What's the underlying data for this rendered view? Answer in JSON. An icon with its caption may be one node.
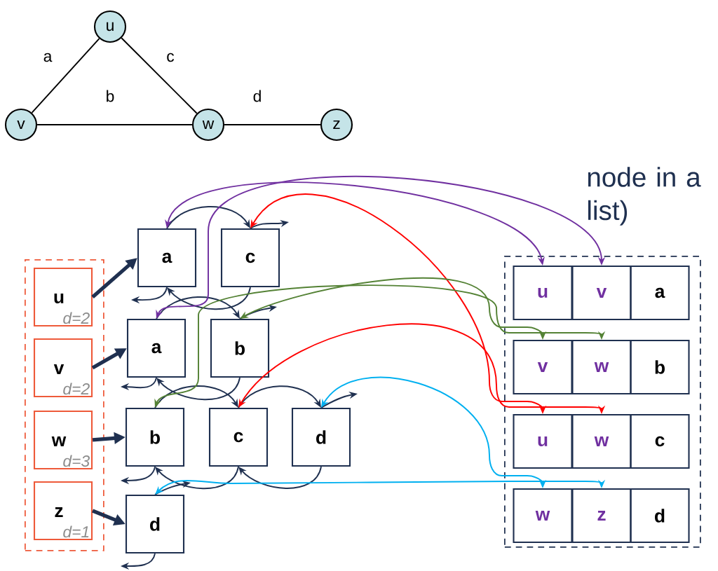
{
  "diagram": {
    "nodes": [
      {
        "text": [
          "u"
        ]
      },
      {
        "text": [
          "v"
        ]
      },
      {
        "text": [
          "w"
        ]
      },
      {
        "text": [
          "z"
        ]
      },
      {
        "text": [],
        "shape": "box"
      },
      {
        "text": [
          "u",
          "d=2"
        ],
        "in": 4
      },
      {
        "text": [
          "v",
          "d=2"
        ],
        "in": 4
      },
      {
        "text": [
          "w",
          "d=3"
        ],
        "in": 4
      },
      {
        "text": [
          "z",
          "d=1"
        ],
        "in": 4
      },
      {
        "text": [
          "a"
        ]
      },
      {
        "text": [
          "c"
        ]
      },
      {
        "text": [
          "a"
        ]
      },
      {
        "text": [
          "b"
        ]
      },
      {
        "text": [
          "b"
        ]
      },
      {
        "text": [
          "c"
        ]
      },
      {
        "text": [
          "d"
        ]
      },
      {
        "text": [
          "d"
        ]
      },
      {
        "text": [],
        "shape": "box"
      },
      {
        "text": [
          "u"
        ],
        "in": 17
      },
      {
        "text": [
          "v"
        ],
        "in": 17
      },
      {
        "text": [
          "a"
        ],
        "in": 17
      },
      {
        "text": [
          "v"
        ],
        "in": 17
      },
      {
        "text": [
          "w"
        ],
        "in": 17
      },
      {
        "text": [
          "b"
        ],
        "in": 17
      },
      {
        "text": [
          "u"
        ],
        "in": 17
      },
      {
        "text": [
          "w"
        ],
        "in": 17
      },
      {
        "text": [
          "c"
        ],
        "in": 17
      },
      {
        "text": [
          "w"
        ],
        "in": 17
      },
      {
        "text": [
          "z"
        ],
        "in": 17
      },
      {
        "text": [
          "d"
        ],
        "in": 17
      }
    ],
    "edges": [
      {
        "from": 0,
        "to": 1,
        "arrow": "none",
        "label": "a",
        "color": "#000000"
      },
      {
        "from": 1,
        "to": 2,
        "arrow": "none",
        "label": "b",
        "color": "#000000"
      },
      {
        "from": 0,
        "to": 2,
        "arrow": "none",
        "label": "c",
        "color": "#000000"
      },
      {
        "from": 2,
        "to": 3,
        "arrow": "none",
        "label": "d",
        "color": "#000000"
      },
      {
        "from": 5,
        "to": 9,
        "arrow": "to",
        "style": "thick"
      },
      {
        "from": 6,
        "to": 11,
        "arrow": "to",
        "style": "thick"
      },
      {
        "from": 7,
        "to": 13,
        "arrow": "to",
        "style": "thick"
      },
      {
        "from": 8,
        "to": 16,
        "arrow": "to",
        "style": "thick"
      },
      {
        "from": 9,
        "to": 10,
        "arrow": "to"
      },
      {
        "from": 10,
        "to": 9,
        "arrow": "to"
      },
      {
        "from": 9,
        "to": null,
        "arrow": "to"
      },
      {
        "from": 10,
        "to": null,
        "arrow": "to"
      },
      {
        "from": 11,
        "to": 12,
        "arrow": "to"
      },
      {
        "from": 12,
        "to": 11,
        "arrow": "to"
      },
      {
        "from": 11,
        "to": null,
        "arrow": "to"
      },
      {
        "from": 12,
        "to": null,
        "arrow": "to"
      },
      {
        "from": 13,
        "to": 14,
        "arrow": "to"
      },
      {
        "from": 14,
        "to": 15,
        "arrow": "to"
      },
      {
        "from": 15,
        "to": 14,
        "arrow": "to"
      },
      {
        "from": 14,
        "to": 13,
        "arrow": "to"
      },
      {
        "from": 13,
        "to": null,
        "arrow": "to"
      },
      {
        "from": 15,
        "to": null,
        "arrow": "to"
      },
      {
        "from": 16,
        "to": null,
        "arrow": "to"
      },
      {
        "from": 16,
        "to": null,
        "arrow": "to"
      },
      {
        "from": 9,
        "to": 18,
        "arrow": "both",
        "color": "#7030a0"
      },
      {
        "from": 11,
        "to": 19,
        "arrow": "both",
        "color": "#7030a0"
      },
      {
        "from": 10,
        "to": 24,
        "arrow": "both",
        "color": "#ff0000"
      },
      {
        "from": 14,
        "to": 25,
        "arrow": "both",
        "color": "#ff0000"
      },
      {
        "from": 12,
        "to": 21,
        "arrow": "both",
        "color": "#548235"
      },
      {
        "from": 13,
        "to": 22,
        "arrow": "both",
        "color": "#548235"
      },
      {
        "from": 15,
        "to": 27,
        "arrow": "both",
        "color": "#00b0f0"
      },
      {
        "from": 16,
        "to": 28,
        "arrow": "both",
        "color": "#00b0f0"
      }
    ],
    "labels": [
      "node in a list)"
    ]
  }
}
